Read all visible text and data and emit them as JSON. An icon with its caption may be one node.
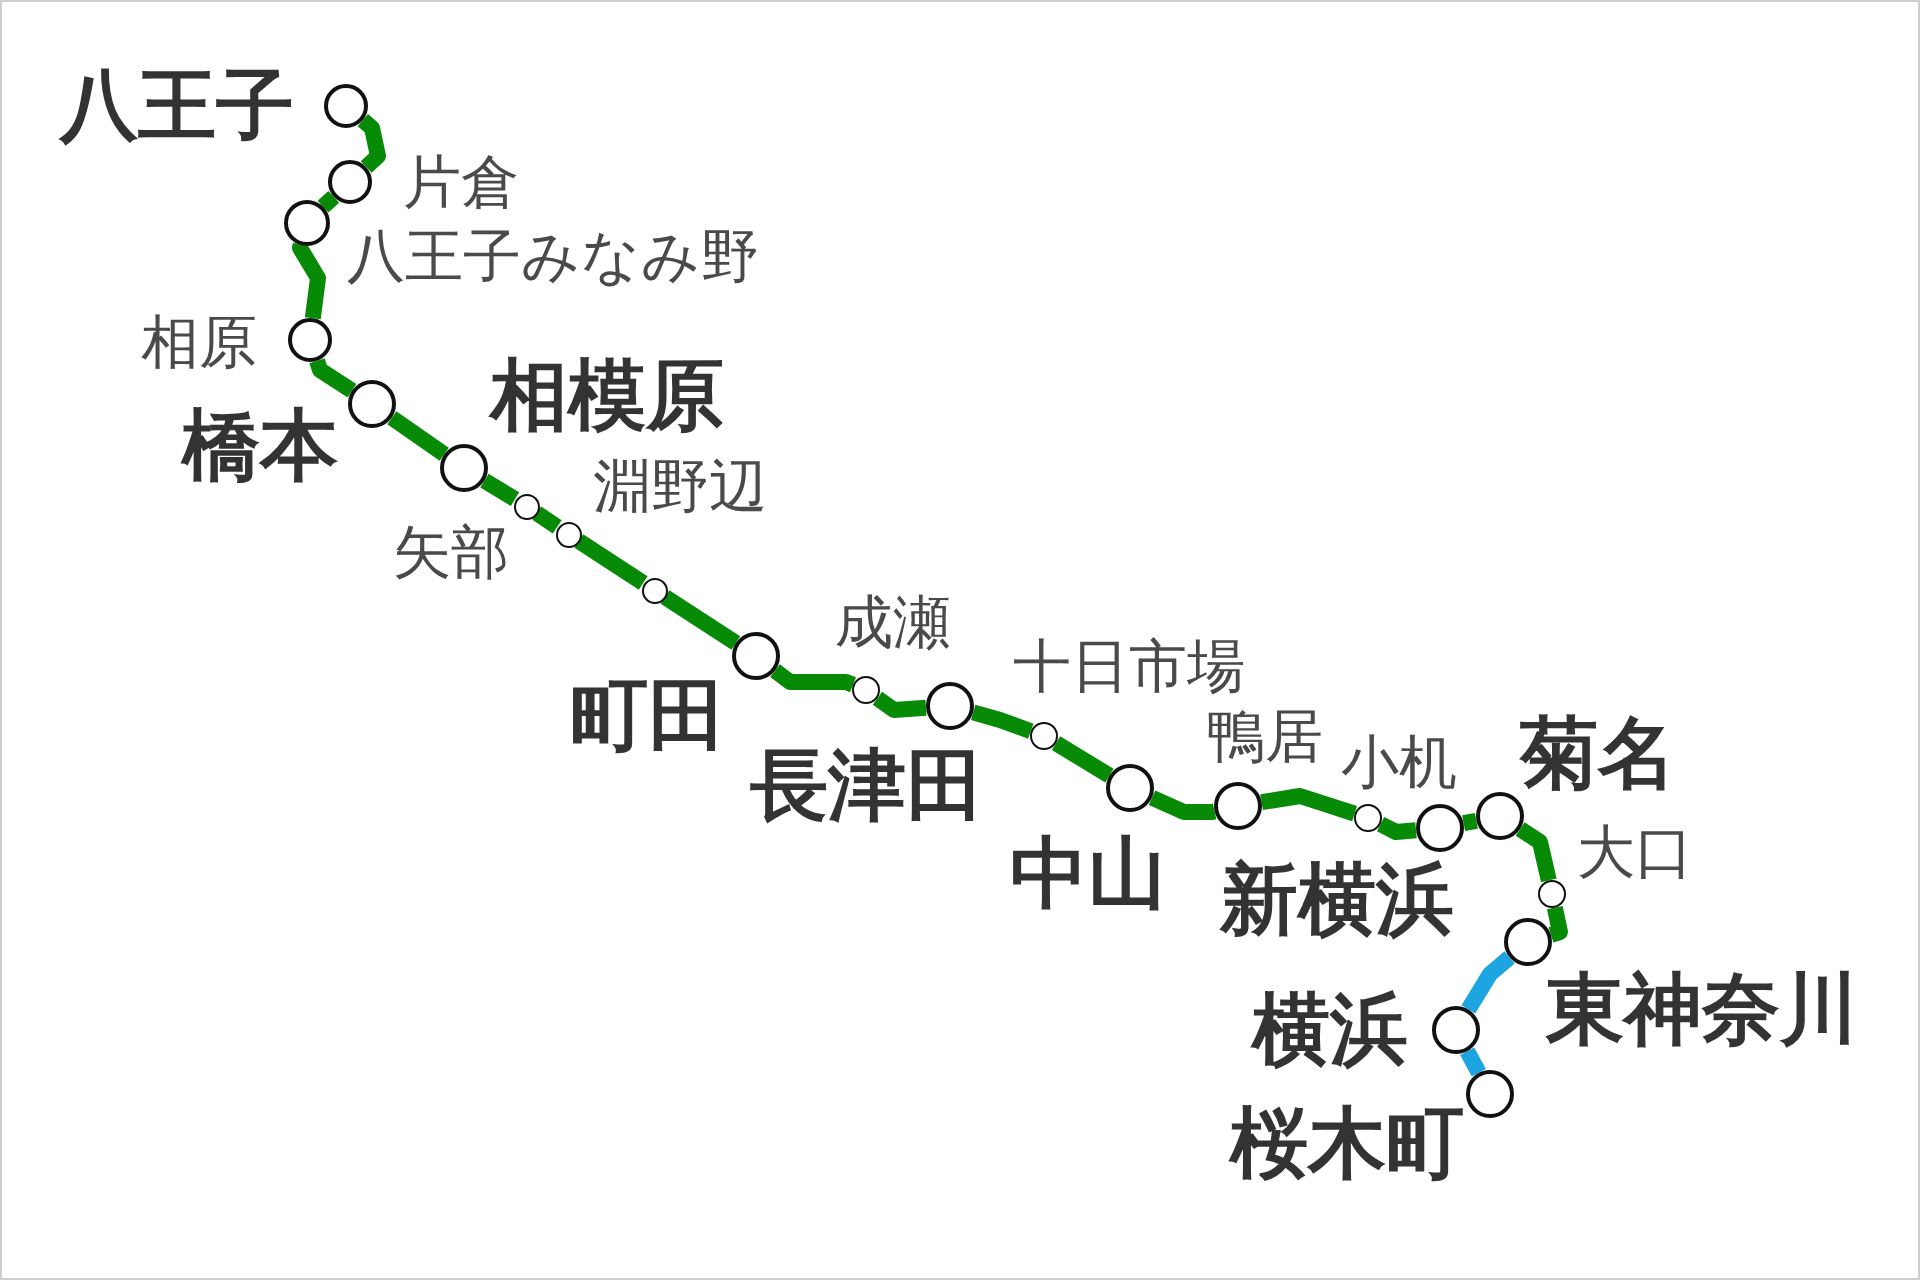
{
  "diagram": {
    "nodes": [
      {
        "text": [],
        "shape": "circle",
        "beside": [
          "八王子"
        ]
      },
      {
        "text": [],
        "shape": "circle",
        "beside": [
          "片倉"
        ]
      },
      {
        "text": [],
        "shape": "circle",
        "beside": [
          "八王子みなみ野"
        ]
      },
      {
        "text": [],
        "shape": "circle",
        "beside": [
          "相原"
        ]
      },
      {
        "text": [],
        "shape": "circle",
        "beside": [
          "橋本"
        ]
      },
      {
        "text": [],
        "shape": "circle",
        "beside": [
          "相模原"
        ]
      },
      {
        "text": [],
        "shape": "circle",
        "beside": [
          "矢部"
        ]
      },
      {
        "text": [],
        "shape": "circle",
        "beside": [
          "淵野辺"
        ]
      },
      {
        "text": [],
        "shape": "circle"
      },
      {
        "text": [],
        "shape": "circle",
        "beside": [
          "町田"
        ]
      },
      {
        "text": [],
        "shape": "circle",
        "beside": [
          "成瀬"
        ]
      },
      {
        "text": [],
        "shape": "circle",
        "beside": [
          "長津田"
        ]
      },
      {
        "text": [],
        "shape": "circle",
        "beside": [
          "十日市場"
        ]
      },
      {
        "text": [],
        "shape": "circle",
        "beside": [
          "中山"
        ]
      },
      {
        "text": [],
        "shape": "circle",
        "beside": [
          "鴨居"
        ]
      },
      {
        "text": [],
        "shape": "circle",
        "beside": [
          "小机"
        ]
      },
      {
        "text": [],
        "shape": "circle",
        "beside": [
          "新横浜"
        ]
      },
      {
        "text": [],
        "shape": "circle",
        "beside": [
          "菊名"
        ]
      },
      {
        "text": [],
        "shape": "circle",
        "beside": [
          "大口"
        ]
      },
      {
        "text": [],
        "shape": "circle",
        "beside": [
          "東神奈川"
        ]
      },
      {
        "text": [],
        "shape": "circle",
        "beside": [
          "横浜"
        ]
      },
      {
        "text": [],
        "shape": "circle",
        "beside": [
          "桜木町"
        ]
      }
    ],
    "edges": [
      {
        "from": 0,
        "to": 1,
        "arrow": "none"
      },
      {
        "from": 1,
        "to": 2,
        "arrow": "none"
      },
      {
        "from": 2,
        "to": 3,
        "arrow": "none"
      },
      {
        "from": 3,
        "to": 4,
        "arrow": "none"
      },
      {
        "from": 4,
        "to": 5,
        "arrow": "none"
      },
      {
        "from": 5,
        "to": 6,
        "arrow": "none"
      },
      {
        "from": 6,
        "to": 7,
        "arrow": "none"
      },
      {
        "from": 7,
        "to": 8,
        "arrow": "none"
      },
      {
        "from": 8,
        "to": 9,
        "arrow": "none"
      },
      {
        "from": 9,
        "to": 10,
        "arrow": "none"
      },
      {
        "from": 10,
        "to": 11,
        "arrow": "none"
      },
      {
        "from": 11,
        "to": 12,
        "arrow": "none"
      },
      {
        "from": 12,
        "to": 13,
        "arrow": "none"
      },
      {
        "from": 13,
        "to": 14,
        "arrow": "none"
      },
      {
        "from": 14,
        "to": 15,
        "arrow": "none"
      },
      {
        "from": 15,
        "to": 16,
        "arrow": "none"
      },
      {
        "from": 16,
        "to": 17,
        "arrow": "none"
      },
      {
        "from": 17,
        "to": 18,
        "arrow": "none"
      },
      {
        "from": 18,
        "to": 19,
        "arrow": "none"
      },
      {
        "from": 19,
        "to": 20,
        "arrow": "none",
        "color": "#1ca5e0"
      },
      {
        "from": 20,
        "to": 21,
        "arrow": "none",
        "color": "#1ca5e0"
      }
    ]
  }
}
